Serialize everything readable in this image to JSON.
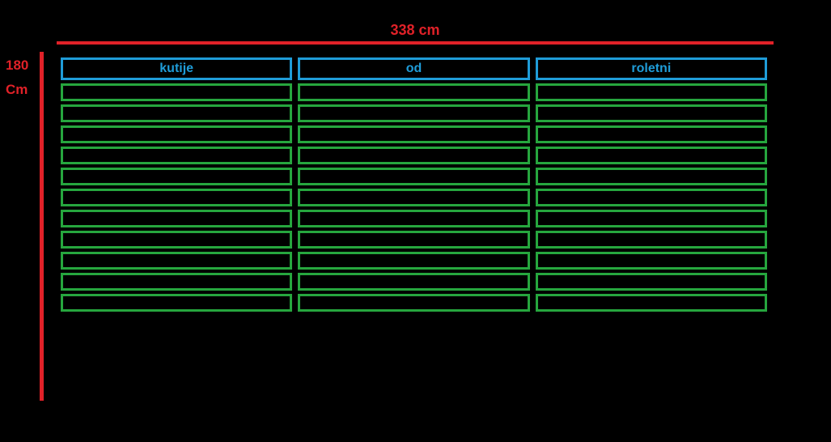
{
  "diagram": {
    "width_dimension": "338 cm",
    "height_dimension": {
      "line1": "180",
      "line2": "Cm"
    },
    "columns": [
      {
        "label": "kutije",
        "slat_count": 11
      },
      {
        "label": "od",
        "slat_count": 11
      },
      {
        "label": "roletni",
        "slat_count": 11
      }
    ],
    "colors": {
      "background": "#000000",
      "dimension_red": "#E02128",
      "header_blue": "#1F9CD8",
      "slat_green": "#26A63E"
    }
  }
}
